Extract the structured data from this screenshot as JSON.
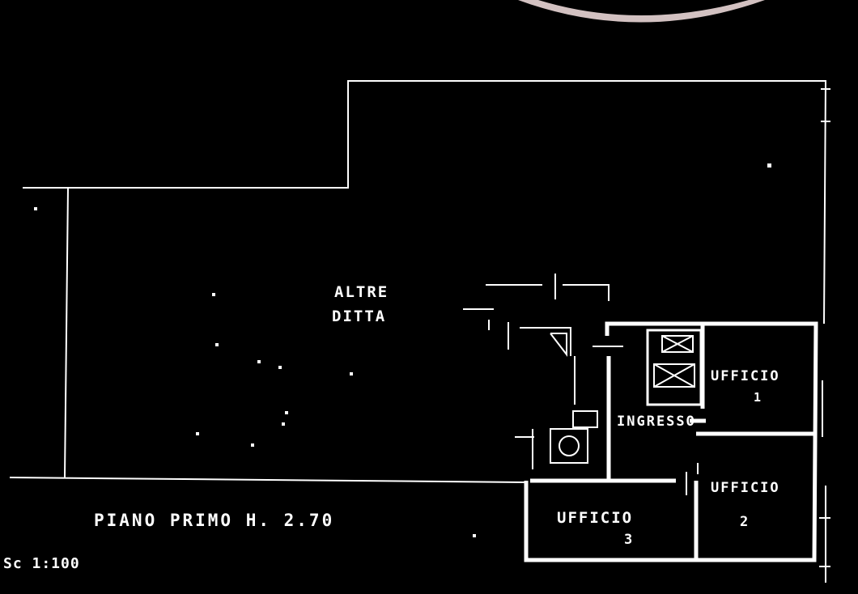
{
  "rooms": {
    "altra_ditta_line1": "ALTRE",
    "altra_ditta_line2": "DITTA",
    "ufficio_1_label": "UFFICIO",
    "ufficio_1_number": "1",
    "ingresso_label": "INGRESSO",
    "ufficio_2_label": "UFFICIO",
    "ufficio_2_number": "2",
    "ufficio_3_label": "UFFICIO",
    "ufficio_3_number": "3"
  },
  "floor_caption": "PIANO PRIMO H. 2.70",
  "scale_note": "Sc 1:100",
  "colors": {
    "background": "#000000",
    "lines": "#ffffff",
    "top_arc": "#e9d6d6"
  }
}
